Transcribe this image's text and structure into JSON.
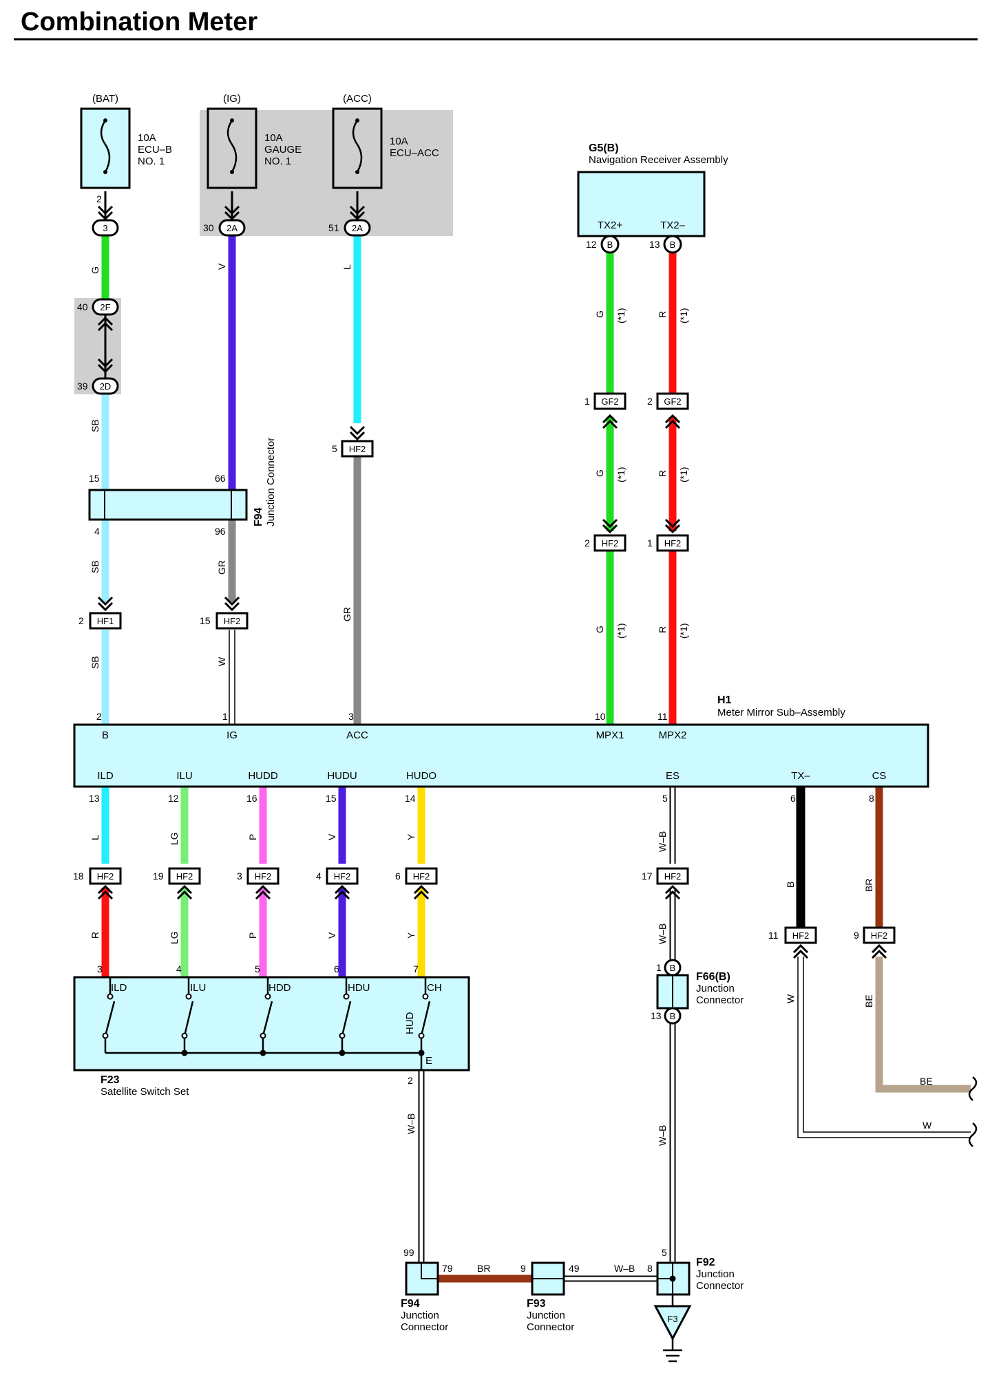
{
  "title": "Combination Meter",
  "colors": {
    "G": "#22dd22",
    "SB": "#99eeff",
    "V": "#4b1ee0",
    "L": "#22eeff",
    "GR": "#888888",
    "R": "#ff1111",
    "LG": "#77ee77",
    "P": "#ff66ee",
    "Y": "#ffdd00",
    "B": "#000000",
    "BR": "#993311",
    "BE": "#b8a48e",
    "component_fill": "#ccfaff",
    "shade": "#cfcfcf"
  },
  "fuses": {
    "bat": {
      "supply": "(BAT)",
      "rating": "10A",
      "name1": "ECU–B",
      "name2": "NO. 1",
      "pin": "2"
    },
    "ig": {
      "supply": "(IG)",
      "rating": "10A",
      "name1": "GAUGE",
      "name2": "NO. 1"
    },
    "acc": {
      "supply": "(ACC)",
      "rating": "10A",
      "name1": "ECU–ACC"
    }
  },
  "connectors": {
    "c3": {
      "code": "3"
    },
    "c2a_ig": {
      "code": "2A",
      "pin": "30"
    },
    "c2a_acc": {
      "code": "2A",
      "pin": "51"
    },
    "c2f": {
      "code": "2F",
      "pin": "40"
    },
    "c2d": {
      "code": "2D",
      "pin": "39"
    },
    "hf2_acc": {
      "code": "HF2",
      "pin": "5"
    },
    "hf1": {
      "code": "HF1",
      "pin": "2"
    },
    "hf2_ig": {
      "code": "HF2",
      "pin": "15"
    },
    "gf2_1": {
      "code": "GF2",
      "pin": "1"
    },
    "gf2_2": {
      "code": "GF2",
      "pin": "2"
    },
    "hf2_m1": {
      "code": "HF2",
      "pin": "2"
    },
    "hf2_m2": {
      "code": "HF2",
      "pin": "1"
    },
    "hf2_ild": {
      "code": "HF2",
      "pin": "18"
    },
    "hf2_ilu": {
      "code": "HF2",
      "pin": "19"
    },
    "hf2_hudd": {
      "code": "HF2",
      "pin": "3"
    },
    "hf2_hudu": {
      "code": "HF2",
      "pin": "4"
    },
    "hf2_hudo": {
      "code": "HF2",
      "pin": "6"
    },
    "hf2_es": {
      "code": "HF2",
      "pin": "17"
    },
    "hf2_tx": {
      "code": "HF2",
      "pin": "11"
    },
    "hf2_cs": {
      "code": "HF2",
      "pin": "9"
    }
  },
  "f94_top": {
    "id": "F94",
    "name": "Junction Connector",
    "pin_15": "15",
    "pin_66": "66",
    "pin_4": "4",
    "pin_96": "96"
  },
  "g5": {
    "id": "G5(B)",
    "name": "Navigation Receiver Assembly",
    "term1": "TX2+",
    "term2": "TX2–",
    "pin1": "12",
    "pin2": "13",
    "conn": "B"
  },
  "h1": {
    "id": "H1",
    "name": "Meter Mirror Sub–Assembly",
    "top_terms": [
      {
        "pin": "2",
        "label": "B"
      },
      {
        "pin": "1",
        "label": "IG"
      },
      {
        "pin": "3",
        "label": "ACC"
      },
      {
        "pin": "10",
        "label": "MPX1"
      },
      {
        "pin": "11",
        "label": "MPX2"
      }
    ],
    "bottom_terms": [
      {
        "pin": "13",
        "label": "ILD"
      },
      {
        "pin": "12",
        "label": "ILU"
      },
      {
        "pin": "16",
        "label": "HUDD"
      },
      {
        "pin": "15",
        "label": "HUDU"
      },
      {
        "pin": "14",
        "label": "HUDO"
      },
      {
        "pin": "5",
        "label": "ES"
      },
      {
        "pin": "6",
        "label": "TX–"
      },
      {
        "pin": "8",
        "label": "CS"
      }
    ]
  },
  "f23": {
    "id": "F23",
    "name": "Satellite Switch Set",
    "terms": [
      {
        "pin": "3",
        "label": "ILD"
      },
      {
        "pin": "4",
        "label": "ILU"
      },
      {
        "pin": "5",
        "label": "HDD"
      },
      {
        "pin": "6",
        "label": "HDU"
      },
      {
        "pin": "7",
        "label": "CH"
      }
    ],
    "hud": "HUD",
    "e_label": "E",
    "e_pin": "2"
  },
  "f66": {
    "id": "F66(B)",
    "name1": "Junction",
    "name2": "Connector",
    "pin_top": "1",
    "pin_bottom": "13",
    "conn": "B"
  },
  "f94_bot": {
    "id": "F94",
    "name1": "Junction",
    "name2": "Connector",
    "pin_in": "99",
    "pin_out": "79"
  },
  "f93": {
    "id": "F93",
    "name1": "Junction",
    "name2": "Connector",
    "pin_in": "9",
    "pin_out": "49"
  },
  "f92": {
    "id": "F92",
    "name1": "Junction",
    "name2": "Connector",
    "pin_in": "8",
    "pin_top": "5"
  },
  "ground": {
    "id": "F3"
  },
  "wire_labels": {
    "G": "G",
    "SB": "SB",
    "V": "V",
    "L": "L",
    "GR": "GR",
    "W": "W",
    "R": "R",
    "LG": "LG",
    "P": "P",
    "Y": "Y",
    "WB": "W–B",
    "B": "B",
    "BR": "BR",
    "BE": "BE",
    "note": "(*1)"
  }
}
